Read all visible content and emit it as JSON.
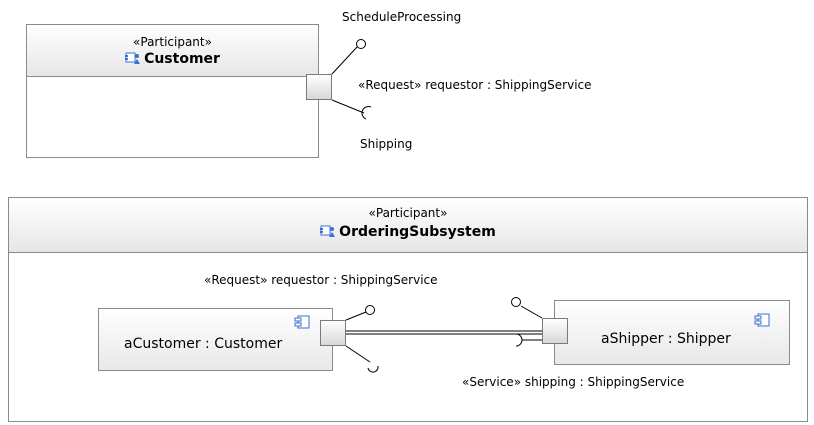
{
  "customer_participant": {
    "stereotype": "«Participant»",
    "name": "Customer",
    "icon": "participant-icon",
    "port": {
      "provided_label": "ScheduleProcessing",
      "request_label": "«Request» requestor : ShippingService",
      "required_label": "Shipping"
    }
  },
  "ordering_participant": {
    "stereotype": "«Participant»",
    "name": "OrderingSubsystem",
    "icon": "participant-icon",
    "request_label": "«Request» requestor : ShippingService",
    "service_label": "«Service» shipping : ShippingService",
    "parts": [
      {
        "label": "aCustomer : Customer",
        "icon": "component-icon"
      },
      {
        "label": "aShipper : Shipper",
        "icon": "component-icon"
      }
    ]
  },
  "colors": {
    "border": "#8a8a8a",
    "header_gradient_end": "#e6e6e6",
    "participant_icon_blue": "#3b6fd6",
    "line": "#000000"
  }
}
